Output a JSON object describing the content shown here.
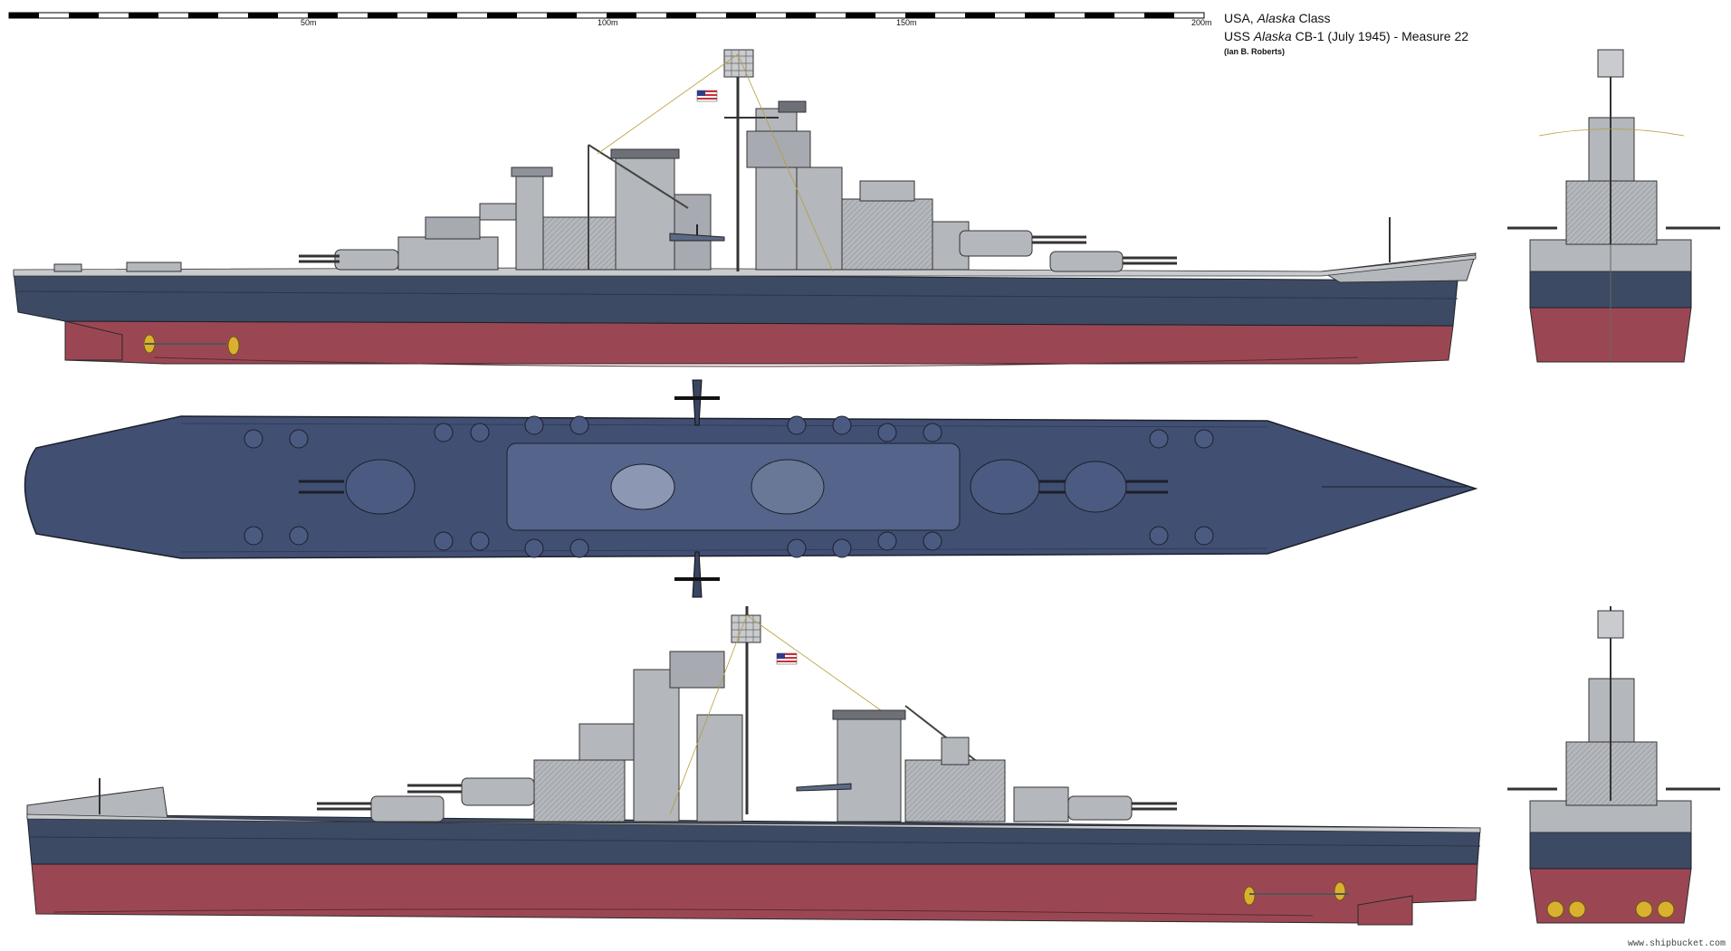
{
  "title": {
    "line1_prefix": "USA, ",
    "line1_italic": "Alaska",
    "line1_suffix": " Class",
    "line2_prefix": "USS ",
    "line2_italic": "Alaska",
    "line2_suffix": " CB-1 (July 1945) - Measure 22",
    "credit": "(Ian B. Roberts)"
  },
  "scale_bar": {
    "labels": [
      "50m",
      "100m",
      "150m",
      "200m"
    ]
  },
  "watermark": "www.shipbucket.com",
  "colors": {
    "hull_red": "#9b4753",
    "hull_navy": "#3d4a63",
    "deck_blue": "#414f73",
    "upper_gray": "#b4b7bc",
    "dark_gray": "#6d7077",
    "flag_red": "#c6303a",
    "flag_blue": "#2f3c8a",
    "propeller_gold": "#d9b12e"
  },
  "icons": [
    "us-flag-icon",
    "propeller-icon",
    "floatplane-icon",
    "radar-antenna-icon",
    "gun-turret-icon"
  ]
}
